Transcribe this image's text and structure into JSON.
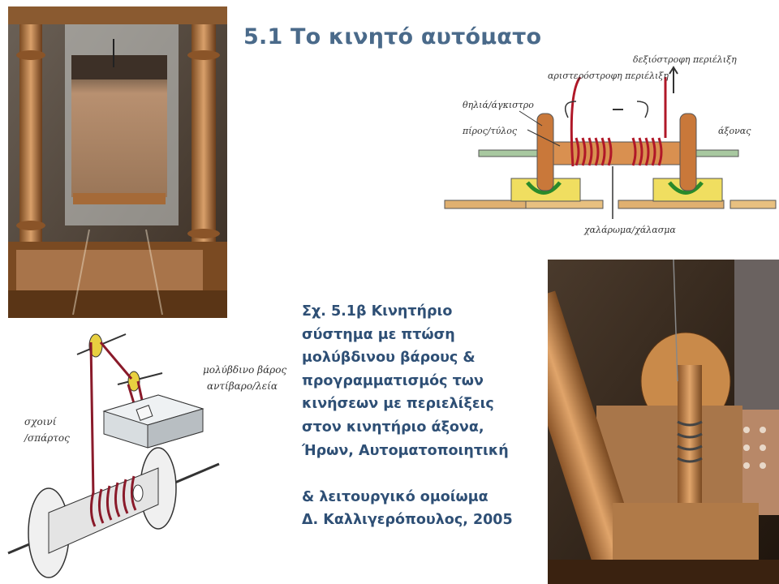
{
  "slide": {
    "title": "5.1 Το κινητό αυτόματο",
    "caption_lines": [
      "Σχ. 5.1β  Κινητήριο",
      "σύστημα με πτώση",
      "μολύβδινου βάρους &",
      "προγραμματισμός των",
      "κινήσεων με περιελίξεις",
      "στον κινητήριο άξονα,",
      "Ήρων, Αυτοματοποιητική",
      "",
      "& λειτουργικό ομοίωμα",
      "Δ. Καλλιγερόπουλος, 2005"
    ]
  },
  "sketch_top": {
    "labels": {
      "left_winding": "αριστερόστροφη περιέλιξη",
      "right_winding": "δεξιόστροφη περιέλιξη",
      "bracket": "θηλιά/άγκιστρο",
      "peg": "πίρος/τύλος",
      "axle": "άξονας",
      "slack": "χαλάρωμα/χάλασμα"
    }
  },
  "sketch_bottom": {
    "labels": {
      "weight": "μολύβδινο βάρος",
      "counterweight": "αντίβαρο/λεία",
      "rope": "σχοινί",
      "cord": "/σπάρτος"
    }
  },
  "colors": {
    "title": "#4a6a8a",
    "caption": "#2e4f75",
    "rope": "#8a1a2a",
    "wood": "#c98a4a"
  }
}
